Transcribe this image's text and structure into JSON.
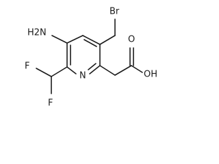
{
  "molecule": {
    "atoms": {
      "bromine": "Br",
      "amino": "H2N",
      "ring_nitrogen": "N",
      "fluorine_top": "F",
      "fluorine_bottom": "F",
      "carbonyl_oxygen": "O",
      "hydroxyl": "OH"
    }
  },
  "colors": {
    "bond": "#1a1a1a",
    "label": "#1a1a1a",
    "background": "#ffffff"
  }
}
